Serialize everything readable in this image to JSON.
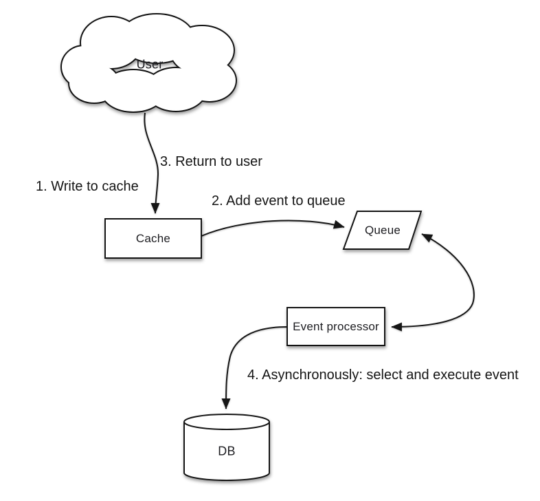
{
  "canvas": {
    "background": "#ffffff",
    "line_color": "#151515",
    "text_color": "#1c1c20"
  },
  "nodes": {
    "user": {
      "shape": "cloud",
      "label": "User"
    },
    "cache": {
      "shape": "rectangle",
      "label": "Cache"
    },
    "queue": {
      "shape": "parallelogram",
      "label": "Queue"
    },
    "event_processor": {
      "shape": "rectangle",
      "label": "Event processor"
    },
    "db": {
      "shape": "cylinder",
      "label": "DB"
    }
  },
  "steps": {
    "step1": {
      "label": "1. Write to cache"
    },
    "step2": {
      "label": "2. Add event to queue"
    },
    "step3": {
      "label": "3. Return to user"
    },
    "step4": {
      "label": "4. Asynchronously: select and execute event"
    }
  },
  "edges": [
    {
      "from": "user",
      "to": "cache",
      "arrowheads": "end"
    },
    {
      "from": "cache",
      "to": "queue",
      "arrowheads": "end"
    },
    {
      "from": "queue",
      "to": "event_processor",
      "arrowheads": "both"
    },
    {
      "from": "event_processor",
      "to": "db",
      "arrowheads": "end"
    }
  ]
}
